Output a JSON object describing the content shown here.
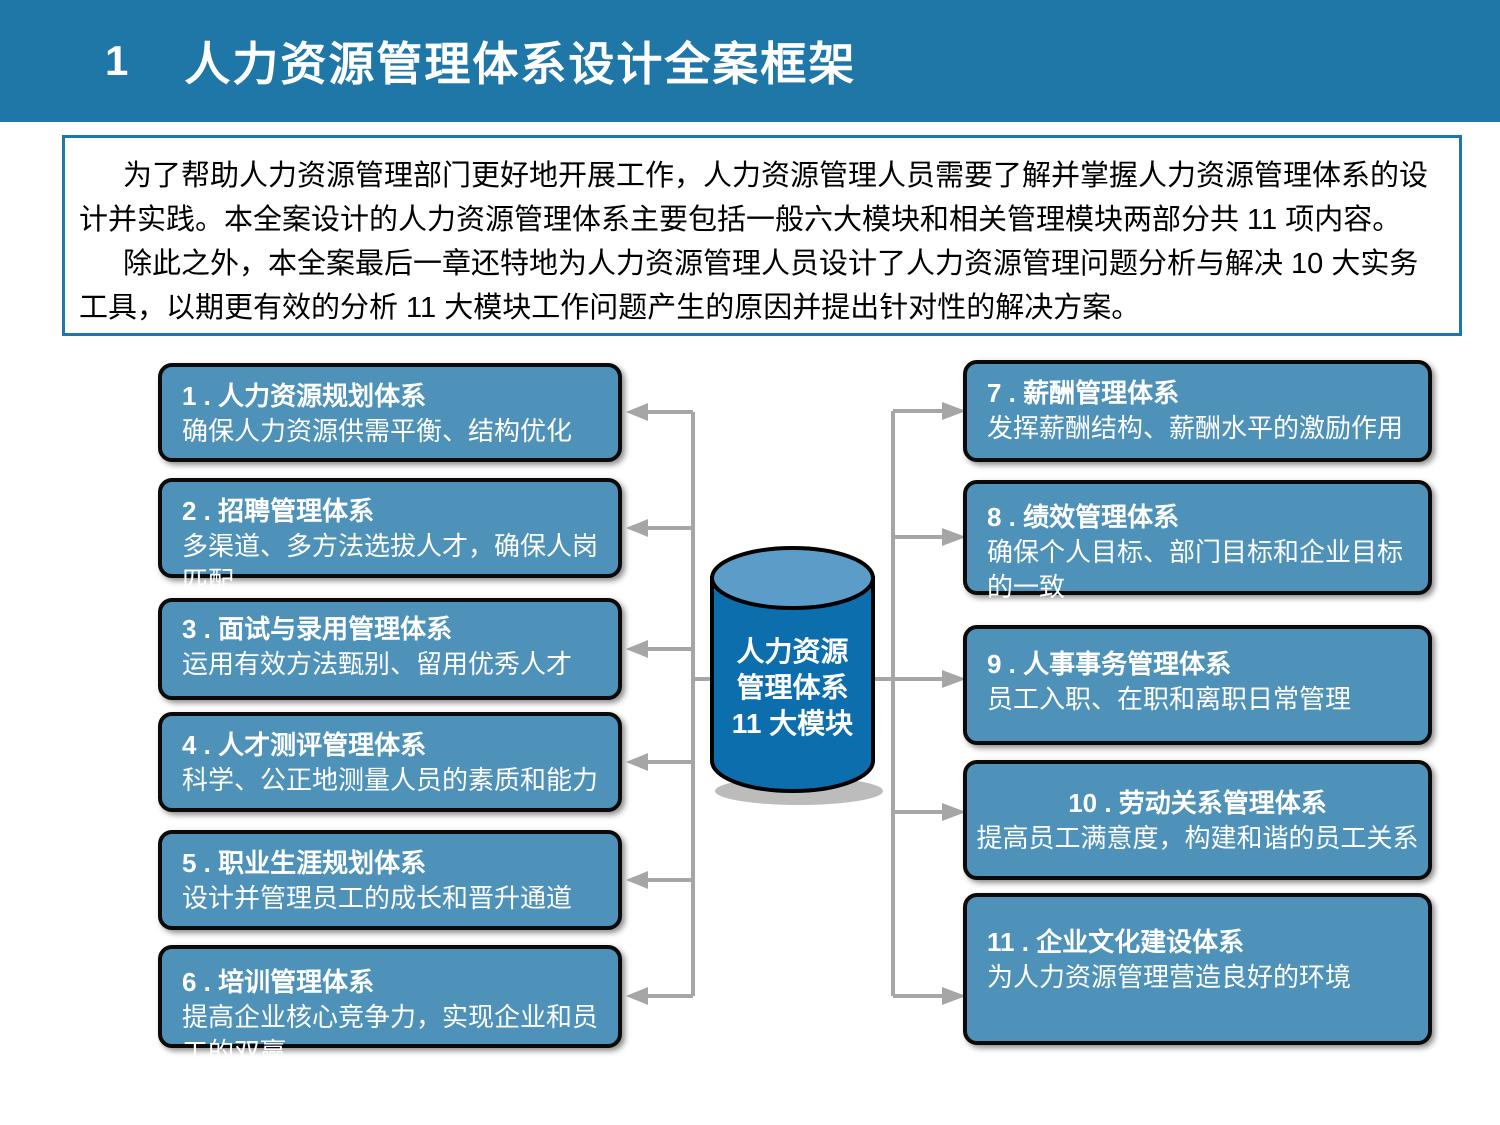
{
  "header": {
    "number": "1",
    "title": "人力资源管理体系设计全案框架"
  },
  "intro": {
    "paragraphs": [
      "为了帮助人力资源管理部门更好地开展工作，人力资源管理人员需要了解并掌握人力资源管理体系的设计并实践。本全案设计的人力资源管理体系主要包括一般六大模块和相关管理模块两部分共 11 项内容。",
      "除此之外，本全案最后一章还特地为人力资源管理人员设计了人力资源管理问题分析与解决 10 大实务工具，以期更有效的分析 11 大模块工作问题产生的原因并提出针对性的解决方案。"
    ]
  },
  "diagram": {
    "left_boxes": [
      {
        "title": "1 . 人力资源规划体系",
        "desc": "确保人力资源供需平衡、结构优化"
      },
      {
        "title": "2 . 招聘管理体系",
        "desc": "多渠道、多方法选拔人才，确保人岗匹配"
      },
      {
        "title": "3 . 面试与录用管理体系",
        "desc": "运用有效方法甄别、留用优秀人才"
      },
      {
        "title": "4 . 人才测评管理体系",
        "desc": "科学、公正地测量人员的素质和能力"
      },
      {
        "title": "5 . 职业生涯规划体系",
        "desc": "设计并管理员工的成长和晋升通道"
      },
      {
        "title": "6 . 培训管理体系",
        "desc": "提高企业核心竞争力，实现企业和员工的双赢"
      }
    ],
    "right_boxes": [
      {
        "title": "7 . 薪酬管理体系",
        "desc": "发挥薪酬结构、薪酬水平的激励作用"
      },
      {
        "title": "8 . 绩效管理体系",
        "desc": "确保个人目标、部门目标和企业目标的一致"
      },
      {
        "title": "9 . 人事事务管理体系",
        "desc": "员工入职、在职和离职日常管理"
      },
      {
        "title": "10 . 劳动关系管理体系",
        "desc": "提高员工满意度，构建和谐的员工关系"
      },
      {
        "title": "11 . 企业文化建设体系",
        "desc": "为人力资源管理营造良好的环境"
      }
    ],
    "cylinder": {
      "line1": "人力资源",
      "line2": "管理体系",
      "line3": "11 大模块"
    }
  },
  "colors": {
    "header_blue": "#1F77A8",
    "box_fill": "#4E92B9",
    "cylinder_body": "#0D6EAE",
    "cylinder_top": "#5B9CC9",
    "connector_gray": "#A6A6A6"
  }
}
